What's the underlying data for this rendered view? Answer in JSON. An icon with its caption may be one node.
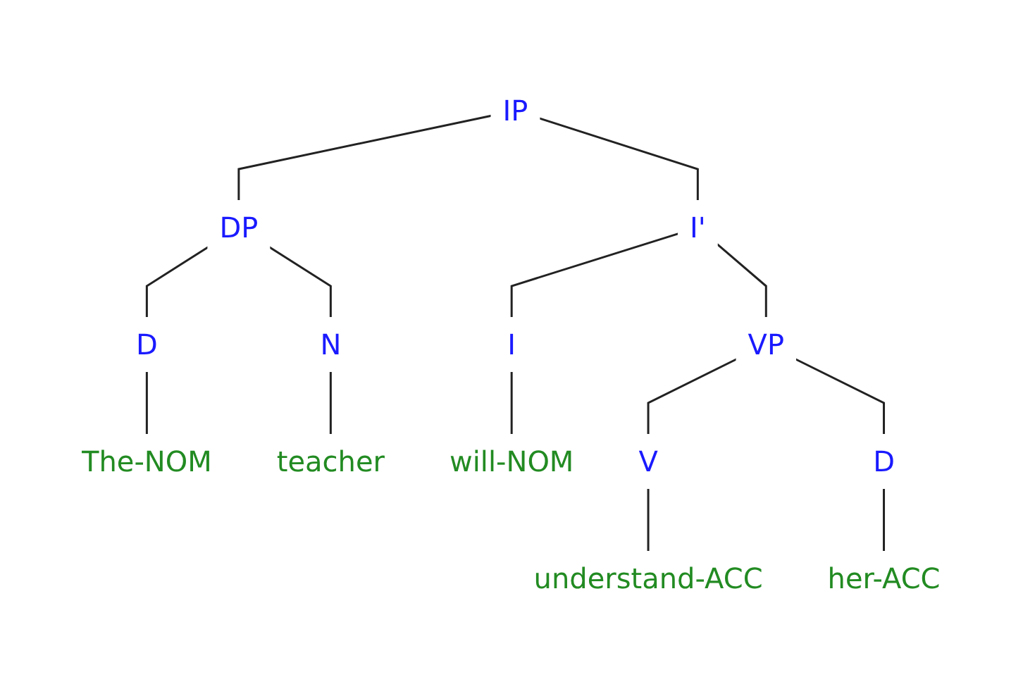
{
  "diagram": {
    "nodes": [
      {
        "text": [
          "IP"
        ]
      },
      {
        "text": [
          "DP"
        ]
      },
      {
        "text": [
          "I'"
        ]
      },
      {
        "text": [
          "D"
        ]
      },
      {
        "text": [
          "N"
        ]
      },
      {
        "text": [
          "I"
        ]
      },
      {
        "text": [
          "VP"
        ]
      },
      {
        "text": [
          "The-NOM"
        ]
      },
      {
        "text": [
          "teacher"
        ]
      },
      {
        "text": [
          "will-NOM"
        ]
      },
      {
        "text": [
          "V"
        ]
      },
      {
        "text": [
          "D"
        ]
      },
      {
        "text": [
          "understand-ACC"
        ]
      },
      {
        "text": [
          "her-ACC"
        ]
      }
    ],
    "edges": [
      {
        "from": 0,
        "to": 1,
        "arrow": "none"
      },
      {
        "from": 0,
        "to": 2,
        "arrow": "none"
      },
      {
        "from": 1,
        "to": 3,
        "arrow": "none"
      },
      {
        "from": 1,
        "to": 4,
        "arrow": "none"
      },
      {
        "from": 2,
        "to": 5,
        "arrow": "none"
      },
      {
        "from": 2,
        "to": 6,
        "arrow": "none"
      },
      {
        "from": 3,
        "to": 7,
        "arrow": "none"
      },
      {
        "from": 4,
        "to": 8,
        "arrow": "none"
      },
      {
        "from": 5,
        "to": 9,
        "arrow": "none"
      },
      {
        "from": 6,
        "to": 10,
        "arrow": "none"
      },
      {
        "from": 6,
        "to": 11,
        "arrow": "none"
      },
      {
        "from": 10,
        "to": 12,
        "arrow": "none"
      },
      {
        "from": 11,
        "to": 13,
        "arrow": "none"
      }
    ]
  }
}
